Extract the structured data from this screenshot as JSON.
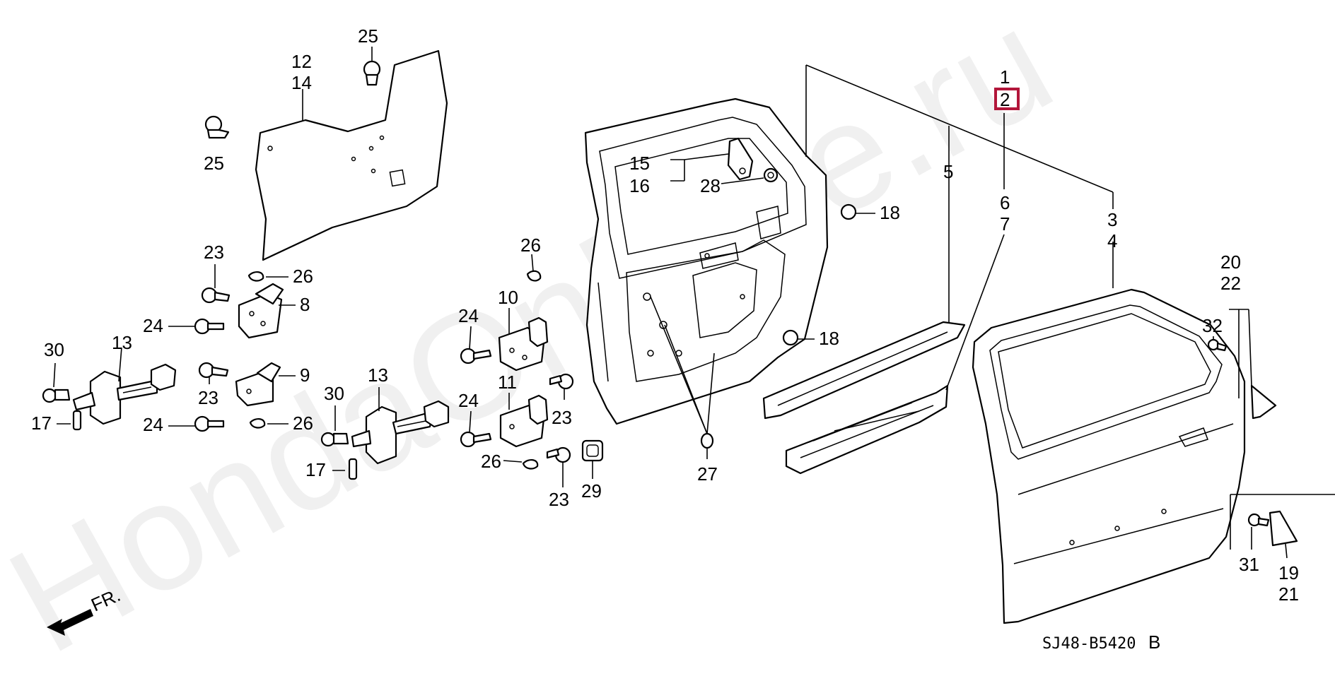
{
  "diagram_code": "SJ48-B5420",
  "diagram_variant": "B",
  "direction_label": "FR.",
  "watermark": "HondaOnMine.ru",
  "highlight_color": "#b2163a",
  "highlighted_part": "2",
  "callouts": {
    "c1": "1",
    "c2": "2",
    "c3": "3",
    "c4": "4",
    "c5": "5",
    "c6": "6",
    "c7": "7",
    "c8": "8",
    "c9": "9",
    "c10": "10",
    "c11": "11",
    "c12": "12",
    "c14": "14",
    "c13a": "13",
    "c13b": "13",
    "c15": "15",
    "c16": "16",
    "c17a": "17",
    "c17b": "17",
    "c18a": "18",
    "c18b": "18",
    "c19": "19",
    "c20": "20",
    "c21": "21",
    "c22": "22",
    "c23a": "23",
    "c23b": "23",
    "c23c": "23",
    "c23d": "23",
    "c24a": "24",
    "c24b": "24",
    "c24c": "24",
    "c24d": "24",
    "c25a": "25",
    "c25b": "25",
    "c26a": "26",
    "c26b": "26",
    "c26c": "26",
    "c26d": "26",
    "c27": "27",
    "c28": "28",
    "c29": "29",
    "c30a": "30",
    "c30b": "30",
    "c31": "31",
    "c32": "32"
  }
}
